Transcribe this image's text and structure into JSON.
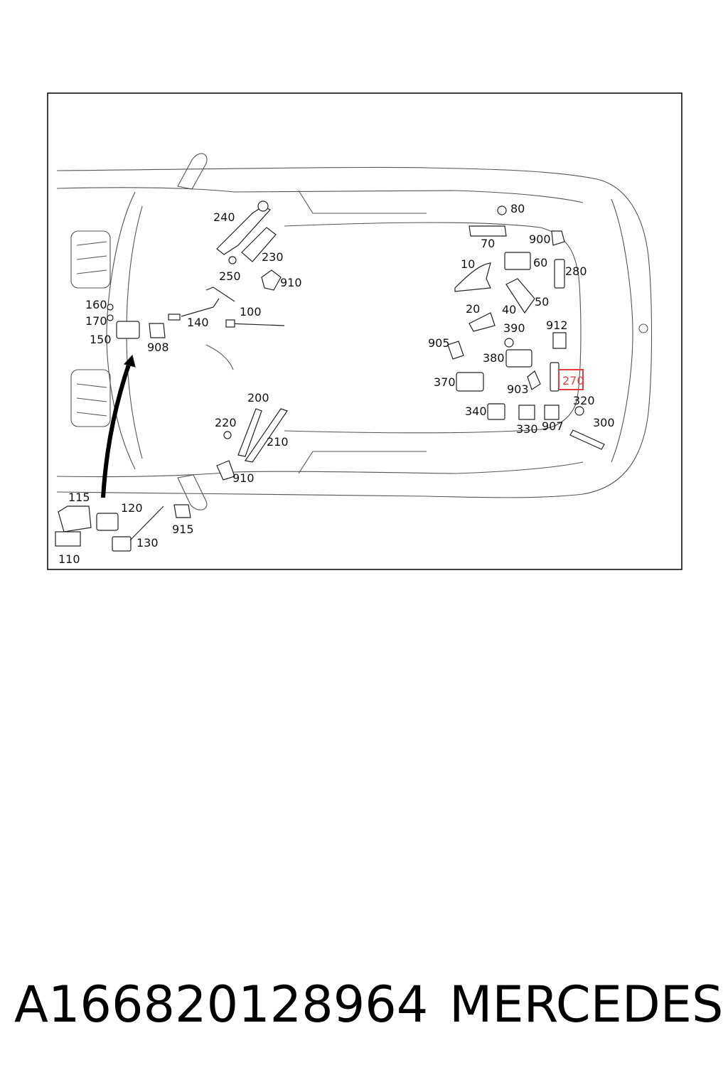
{
  "callouts": [
    "240",
    "230",
    "250",
    "910",
    "80",
    "70",
    "900",
    "60",
    "280",
    "10",
    "50",
    "20",
    "40",
    "390",
    "912",
    "905",
    "380",
    "270",
    "370",
    "903",
    "320",
    "340",
    "330",
    "907",
    "300",
    "160",
    "170",
    "150",
    "908",
    "140",
    "100",
    "200",
    "220",
    "210",
    "910",
    "115",
    "120",
    "915",
    "130",
    "110"
  ],
  "highlighted_callout": "270",
  "part_number": "A166820128964",
  "brand": "MERCEDES",
  "colors": {
    "highlight": "#e04040",
    "line": "#555555"
  },
  "icons": [
    "antenna-fin-icon",
    "control-module-icon",
    "cable-icon",
    "connector-icon",
    "arrow-icon"
  ]
}
